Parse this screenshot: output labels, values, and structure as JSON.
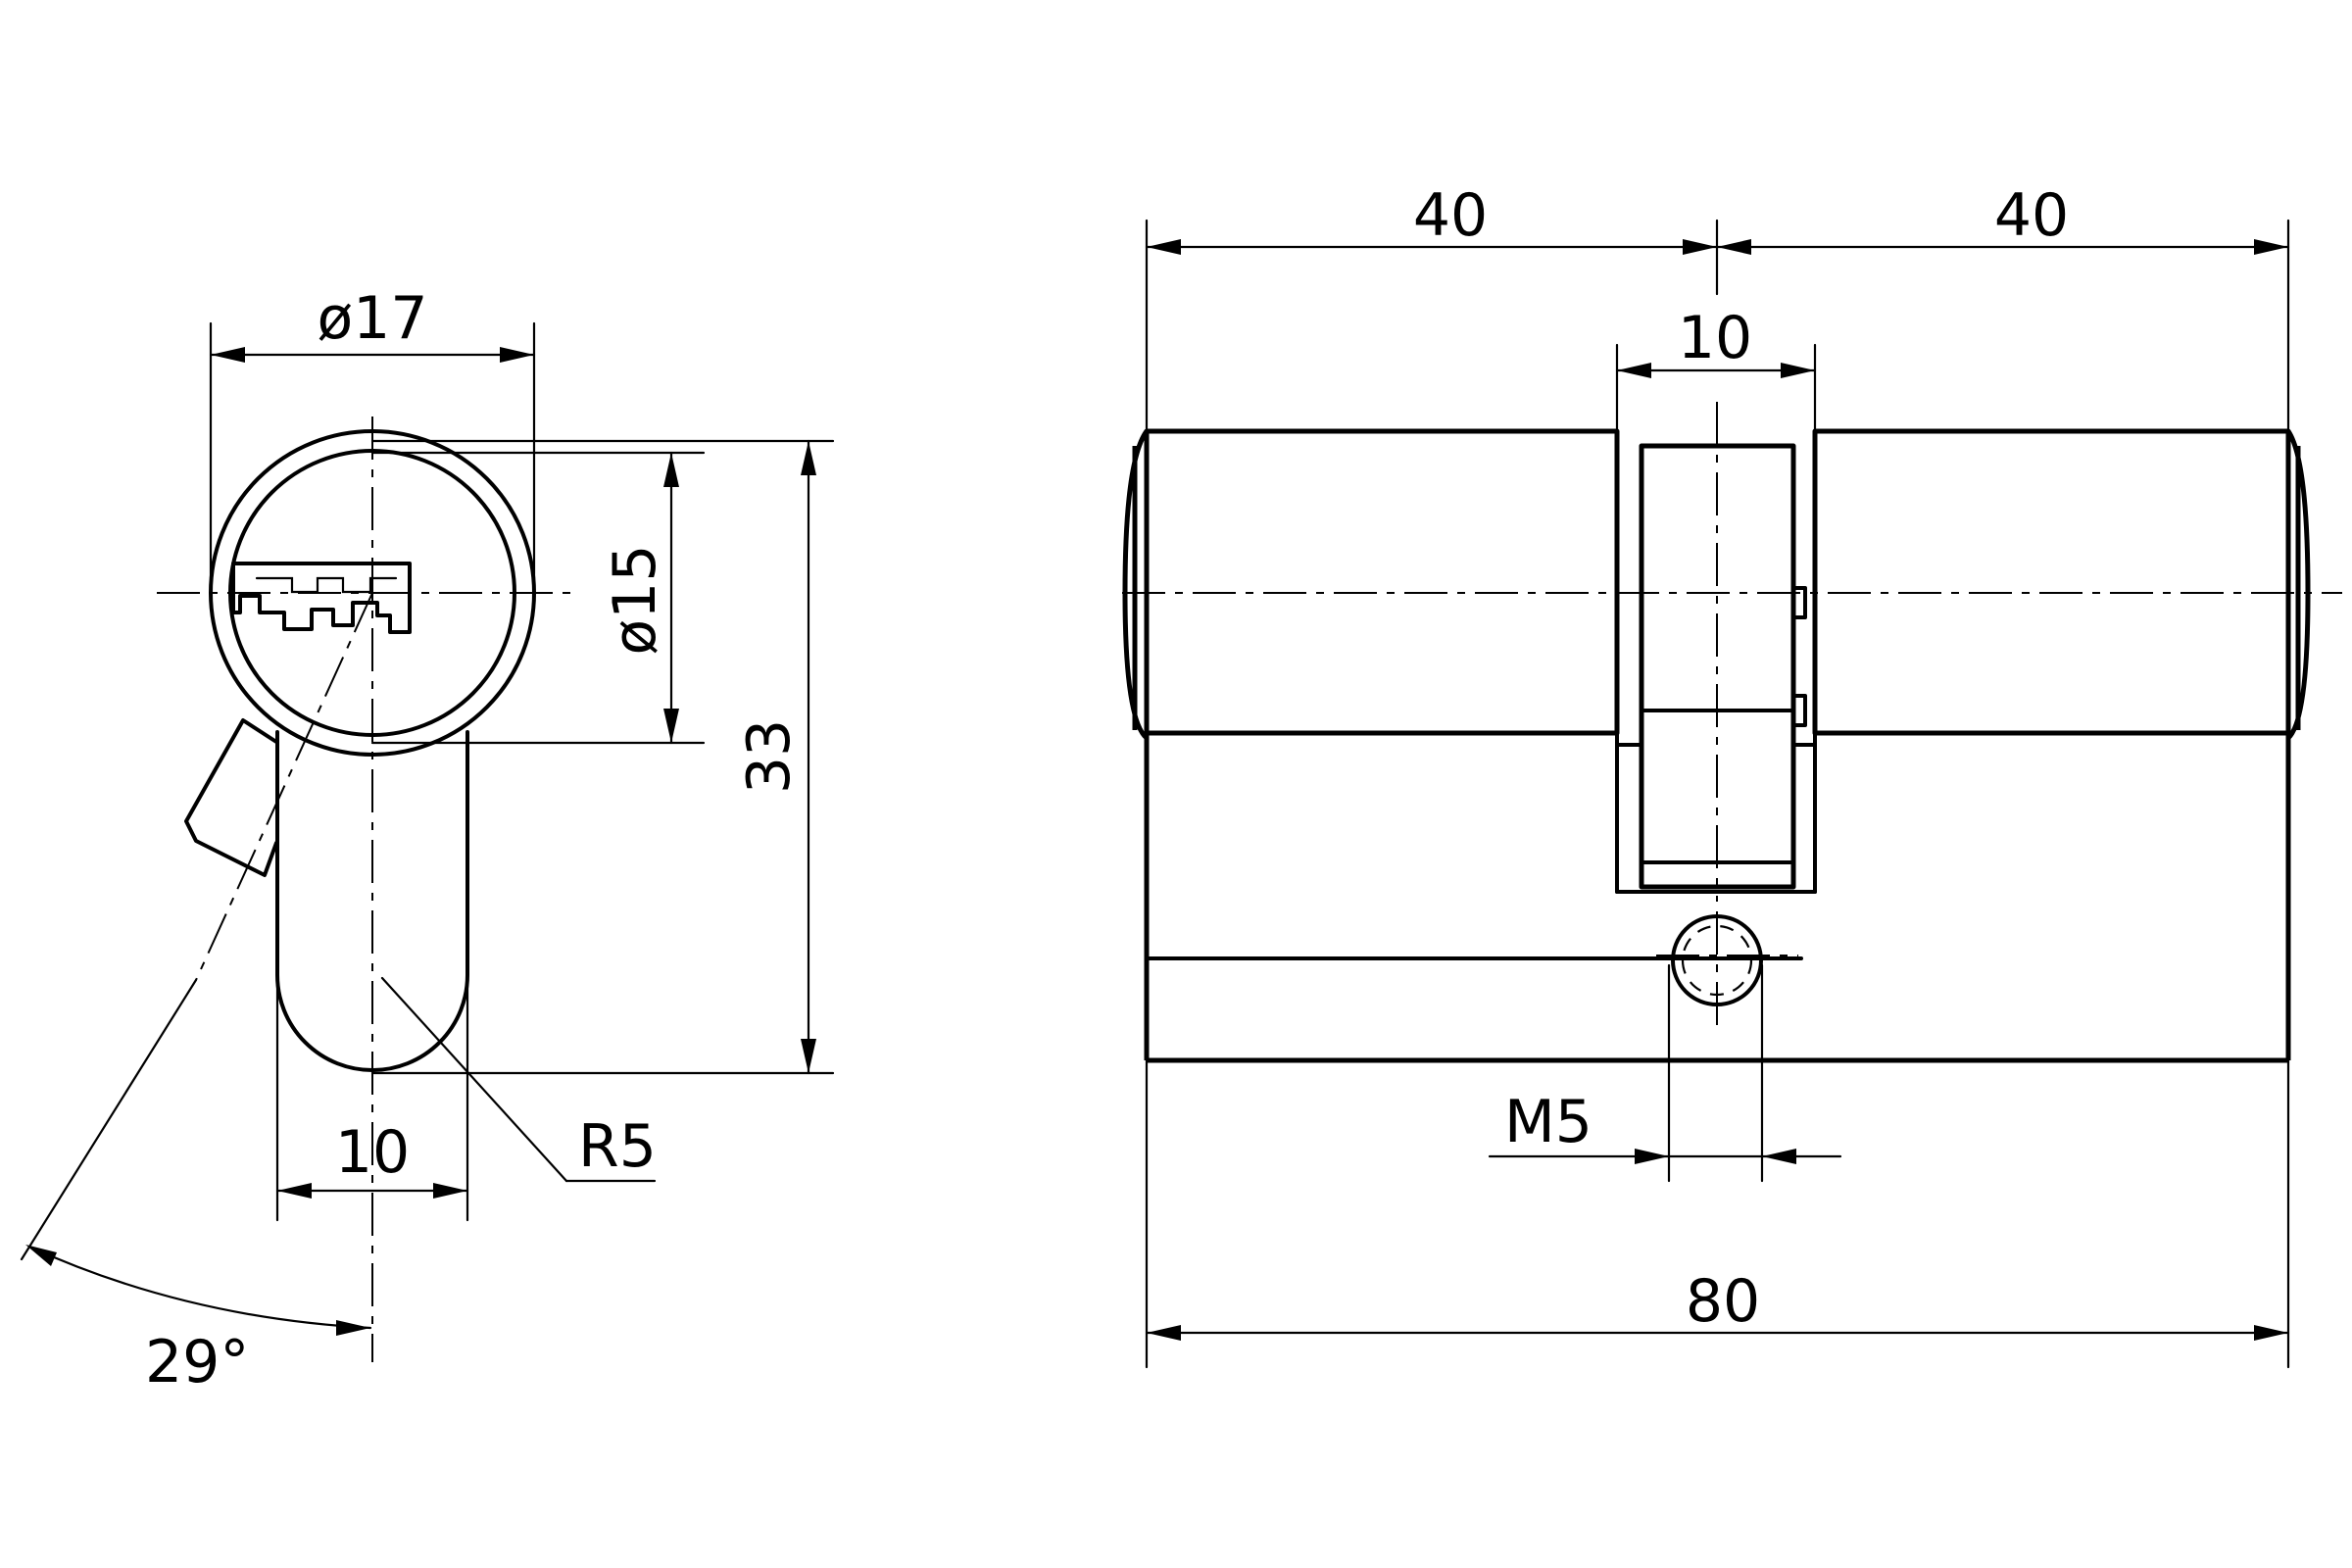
{
  "front_view": {
    "diameter_outer": "ø17",
    "diameter_inner": "ø15",
    "height": "33",
    "width_bottom": "10",
    "radius": "R5",
    "angle": "29°"
  },
  "side_view": {
    "left_length": "40",
    "right_length": "40",
    "cam_width": "10",
    "thread": "M5",
    "total_length": "80"
  },
  "colors": {
    "line": "#000000",
    "background": "#ffffff"
  }
}
